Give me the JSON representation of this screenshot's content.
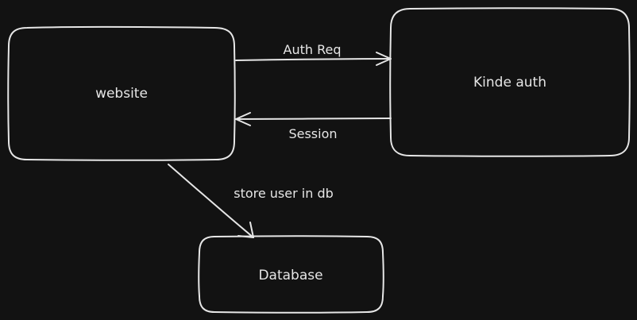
{
  "diagram": {
    "nodes": {
      "website": {
        "label": "website"
      },
      "kinde_auth": {
        "label": "Kinde auth"
      },
      "database": {
        "label": "Database"
      }
    },
    "edges": {
      "auth_req": {
        "label": "Auth Req",
        "from": "website",
        "to": "kinde_auth"
      },
      "session": {
        "label": "Session",
        "from": "kinde_auth",
        "to": "website"
      },
      "store_user": {
        "label": "store user in db",
        "from": "website",
        "to": "database"
      }
    }
  },
  "colors": {
    "background": "#121212",
    "stroke": "#e6e6e6",
    "text": "#e6e6e6"
  }
}
